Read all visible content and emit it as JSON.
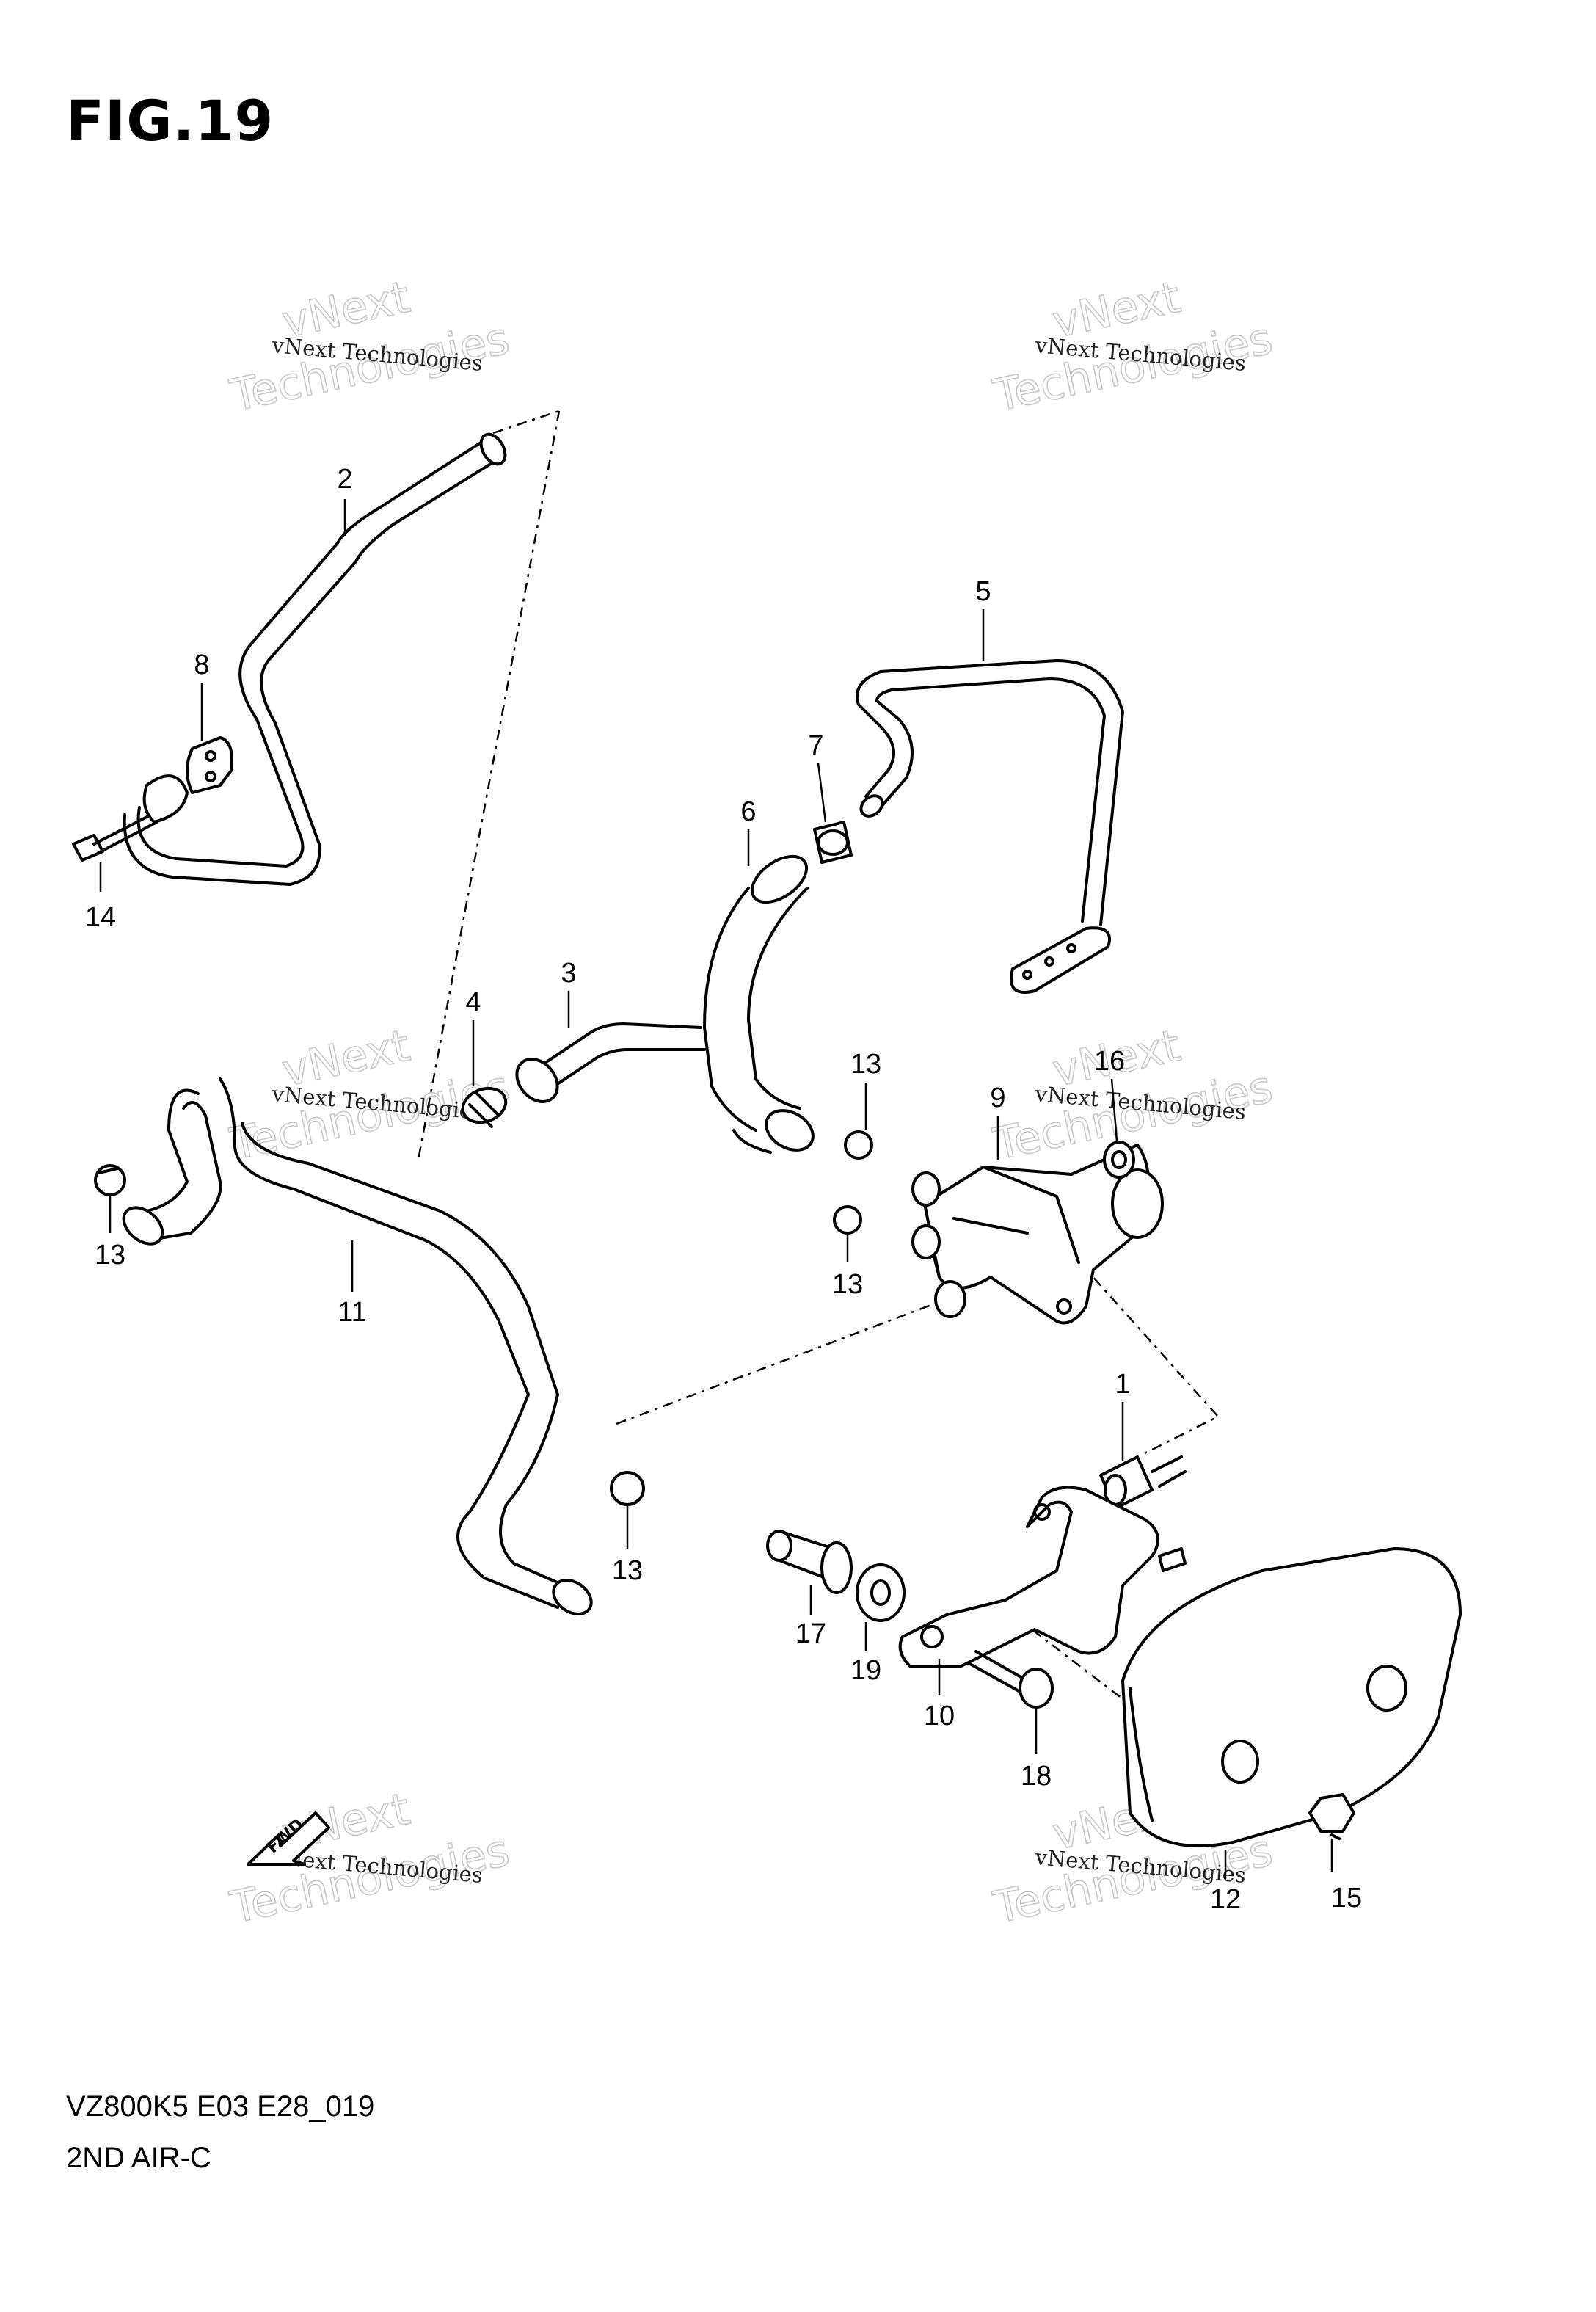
{
  "figure": {
    "title": "FIG.19",
    "code": "VZ800K5 E03 E28_019",
    "name": "2ND AIR-C"
  },
  "watermark": {
    "line1": "vNext Technologies",
    "line2": "vNext",
    "line3": "Technologies"
  },
  "orientation": {
    "icon": "fwd-arrow-icon",
    "text": "FWD"
  },
  "callouts": {
    "c1": "1",
    "c2": "2",
    "c3": "3",
    "c4": "4",
    "c5": "5",
    "c6": "6",
    "c7": "7",
    "c8": "8",
    "c9": "9",
    "c10": "10",
    "c11": "11",
    "c12": "12",
    "c13a": "13",
    "c13b": "13",
    "c13c": "13",
    "c13d": "13",
    "c14": "14",
    "c15": "15",
    "c16": "16",
    "c17": "17",
    "c18": "18",
    "c19": "19"
  }
}
